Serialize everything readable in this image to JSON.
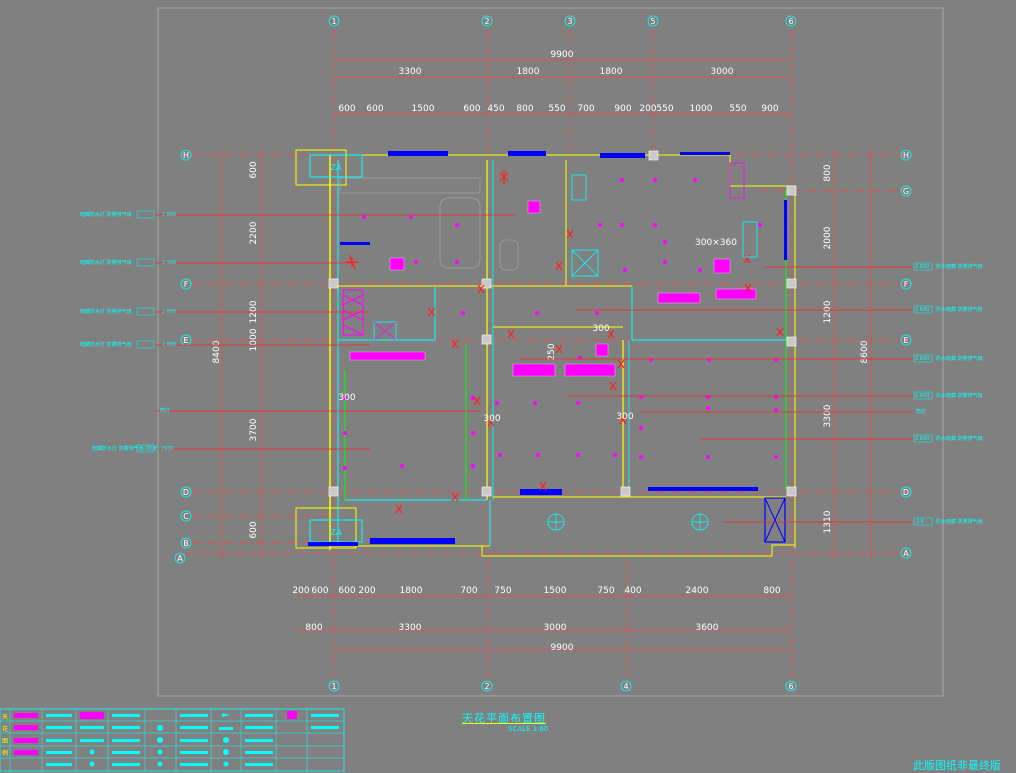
{
  "title": "天花平面布置图",
  "scale": "SCALE  1:60",
  "watermark": "此版图纸非最终版",
  "colors": {
    "background": "#808080",
    "wall": "#ffff00",
    "ceiling": "#0000ff",
    "cyan": "#00ffff",
    "red": "#ff2020",
    "magenta": "#ff00ff"
  },
  "top_axes": [
    "1",
    "2",
    "3",
    "5",
    "6"
  ],
  "bottom_axes": [
    "1",
    "2",
    "4",
    "6"
  ],
  "left_axes": [
    "H",
    "F",
    "E",
    "D",
    "C",
    "B",
    "A"
  ],
  "right_axes": [
    "H",
    "G",
    "F",
    "E",
    "D",
    "A"
  ],
  "top_dims": {
    "total": "9900",
    "row2": [
      "3300",
      "1800",
      "1800",
      "3000"
    ],
    "row3": [
      "600",
      "600",
      "1500",
      "600",
      "450",
      "800",
      "550",
      "700",
      "900",
      "200",
      "550",
      "1000",
      "550",
      "900"
    ]
  },
  "bottom_dims": {
    "row1": [
      "200",
      "600",
      "600",
      "200",
      "1800",
      "700",
      "750",
      "1500",
      "750",
      "400",
      "2400",
      "800"
    ],
    "row2": [
      "800",
      "3300",
      "3000",
      "3600"
    ],
    "total": "9900"
  },
  "left_dims": [
    "600",
    "2200",
    "1200",
    "1000",
    "3700",
    "600"
  ],
  "left_total": "8400",
  "right_dims": [
    "800",
    "2000",
    "1200",
    "3300",
    "1310"
  ],
  "right_total": "8600",
  "inner_labels": [
    "300×360",
    "300",
    "300",
    "300",
    "300",
    "250"
  ],
  "left_notes": [
    "暗藏防水灯 防雾排气扇",
    "暗藏防水灯 防雾排气扇",
    "暗藏防水灯 防雾排气扇",
    "暗藏防水灯 防雾排气扇",
    "筒灯",
    "暗藏防水灯 防雾排气扇 (防潮)"
  ],
  "left_tags": [
    "2.600",
    "2.500",
    "2.600",
    "2.600",
    "",
    "2600"
  ],
  "right_notes": [
    "防水暗藏 防雾排气扇",
    "防水暗藏 防雾排气扇",
    "防水暗藏 防雾排气扇",
    "防水暗藏 防雾排气扇",
    "筒灯",
    "防水暗藏 防雾排气扇",
    "防水暗藏 防雾排气扇"
  ],
  "right_tags": [
    "2.600",
    "2.600",
    "2.600",
    "2.600",
    "",
    "2.600",
    "2.6"
  ],
  "legend_side": [
    "天",
    "花",
    "图",
    "例"
  ]
}
